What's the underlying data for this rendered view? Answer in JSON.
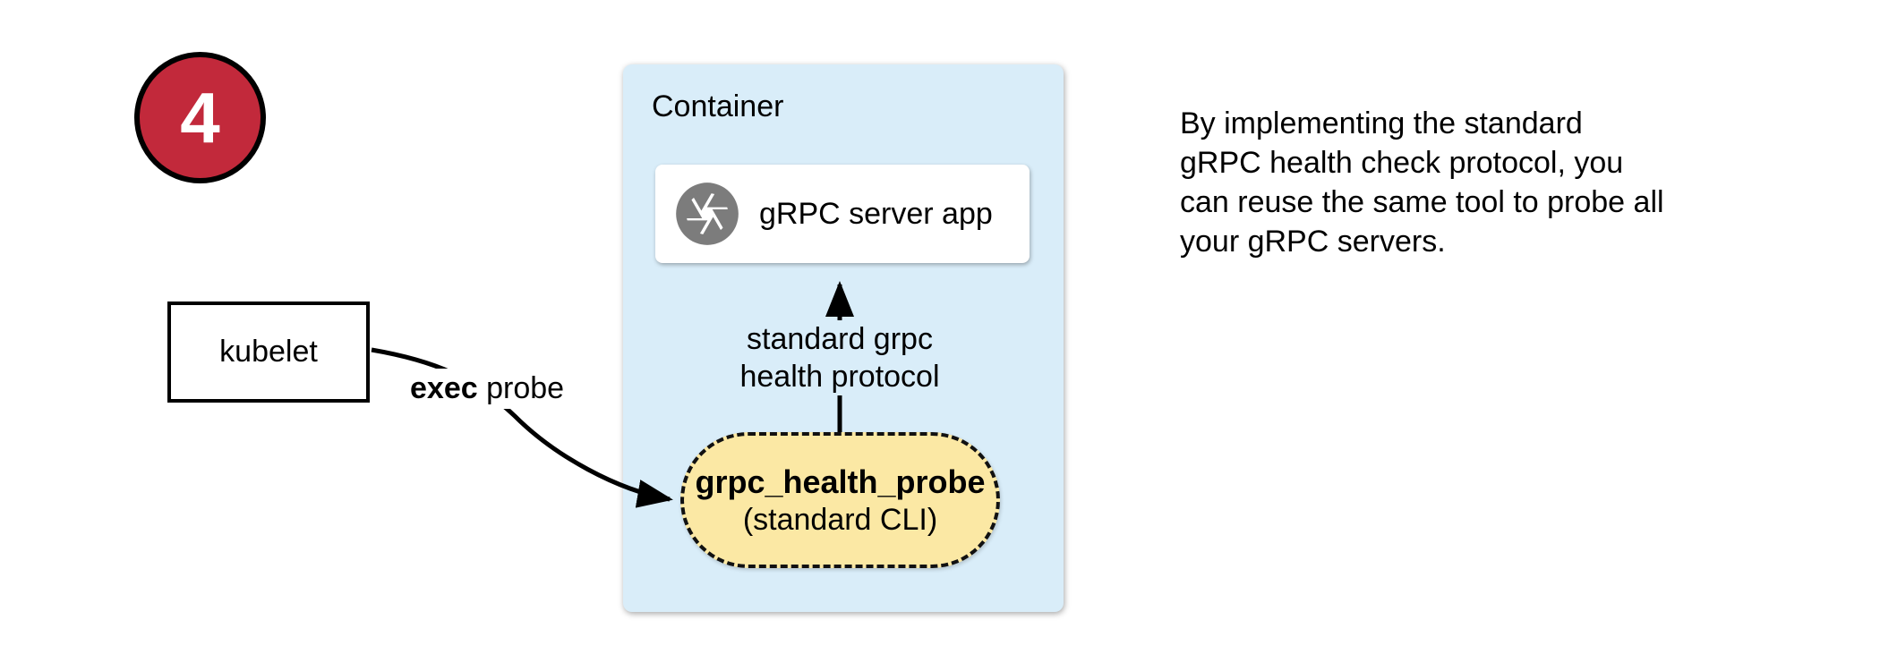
{
  "step_badge": {
    "number": "4"
  },
  "kubelet": {
    "label": "kubelet"
  },
  "exec_probe_label": {
    "bold": "exec",
    "rest": "probe"
  },
  "container": {
    "title": "Container",
    "server_box": {
      "label": "gRPC server app",
      "icon": "camera-shutter-icon"
    },
    "protocol_arrow_label": {
      "lines": [
        "standard grpc",
        "health protocol"
      ]
    },
    "probe_pill": {
      "title": "grpc_health_probe",
      "subtitle": "(standard CLI)"
    }
  },
  "note": {
    "lines": [
      "By implementing the standard",
      "gRPC health check protocol, you",
      "can reuse the same tool to probe all",
      "your gRPC servers."
    ]
  },
  "colors": {
    "badge_red": "#C2293B",
    "container_blue": "#D9EDF9",
    "probe_yellow": "#FBE8A4",
    "icon_gray": "#7C7C7C"
  }
}
